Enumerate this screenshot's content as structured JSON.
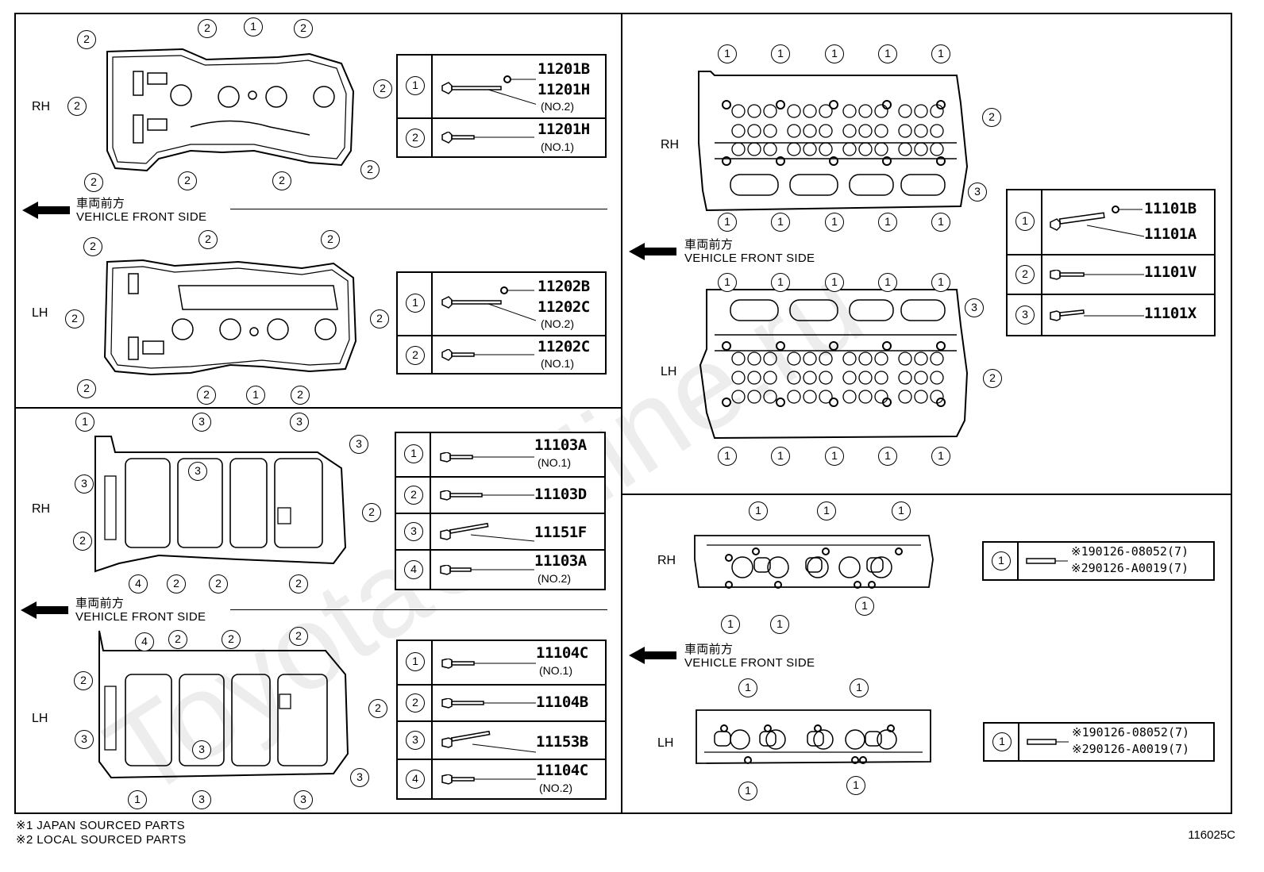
{
  "labels": {
    "rh": "RH",
    "lh": "LH"
  },
  "front": {
    "jp": "車両前方",
    "en": "VEHICLE FRONT SIDE"
  },
  "watermark": "ToyotaCarline.ru",
  "tables": {
    "cover_rh": [
      {
        "num": "1",
        "p1": "11201B",
        "p2": "11201H",
        "note": "(NO.2)"
      },
      {
        "num": "2",
        "p1": "11201H",
        "note": "(NO.1)"
      }
    ],
    "cover_lh": [
      {
        "num": "1",
        "p1": "11202B",
        "p2": "11202C",
        "note": "(NO.2)"
      },
      {
        "num": "2",
        "p1": "11202C",
        "note": "(NO.1)"
      }
    ],
    "pan_rh": [
      {
        "num": "1",
        "p1": "11103A",
        "note": "(NO.1)"
      },
      {
        "num": "2",
        "p1": "11103D"
      },
      {
        "num": "3",
        "p1": "11151F"
      },
      {
        "num": "4",
        "p1": "11103A",
        "note": "(NO.2)"
      }
    ],
    "pan_lh": [
      {
        "num": "1",
        "p1": "11104C",
        "note": "(NO.1)"
      },
      {
        "num": "2",
        "p1": "11104B"
      },
      {
        "num": "3",
        "p1": "11153B"
      },
      {
        "num": "4",
        "p1": "11104C",
        "note": "(NO.2)"
      }
    ],
    "head": [
      {
        "num": "1",
        "p1": "11101B",
        "p2": "11101A"
      },
      {
        "num": "2",
        "p1": "11101V"
      },
      {
        "num": "3",
        "p1": "11101X"
      }
    ],
    "stud_rh": [
      {
        "num": "1",
        "p1": "※190126-08052(7)",
        "p2": "※290126-A0019(7)"
      }
    ],
    "stud_lh": [
      {
        "num": "1",
        "p1": "※190126-08052(7)",
        "p2": "※290126-A0019(7)"
      }
    ]
  },
  "footnotes": [
    "※1 JAPAN SOURCED PARTS",
    "※2 LOCAL SOURCED PARTS"
  ],
  "code": "116025C"
}
